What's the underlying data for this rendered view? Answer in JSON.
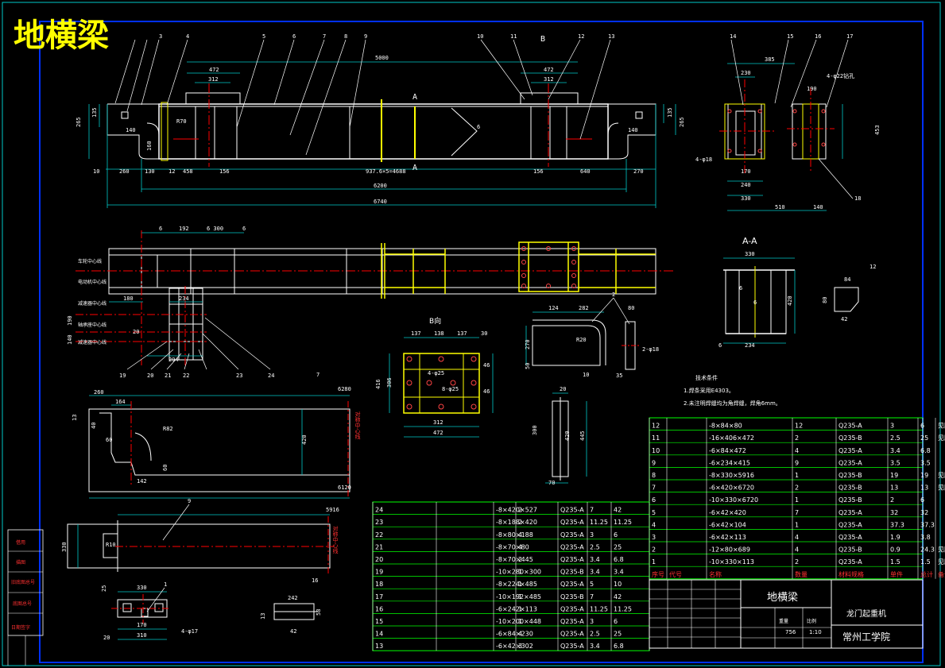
{
  "title": "地横梁",
  "balloons": [
    "3",
    "4",
    "5",
    "6",
    "7",
    "8",
    "9",
    "10",
    "11",
    "12",
    "13",
    "14",
    "15",
    "16",
    "17",
    "18",
    "19",
    "20",
    "21",
    "22",
    "23",
    "24"
  ],
  "section_labels": {
    "a_a": "A-A",
    "b_view": "B向",
    "b_arrow": "B",
    "cut_a": "A"
  },
  "dims_front": {
    "d5000": "5000",
    "d472": "472",
    "d312": "312",
    "d265": "265",
    "d135": "135",
    "d10": "10",
    "d260": "260",
    "d130": "130",
    "d12": "12",
    "d458": "458",
    "d156": "156",
    "dmid": "937.6×5=4688",
    "d640": "640",
    "d270": "270",
    "d6200": "6200",
    "d6740": "6740",
    "r70": "R70",
    "d140": "140",
    "d160": "160",
    "weld6": "6"
  },
  "dims_side": {
    "d385": "385",
    "d230": "230",
    "d190": "190",
    "d170": "170",
    "d240": "240",
    "d330": "330",
    "d510": "510",
    "d140": "140",
    "d453": "453",
    "d4phi18": "4-φ18",
    "d4phi22": "4-φ22钻孔"
  },
  "dims_plan": {
    "d6a": "6",
    "d192": "192",
    "d6300": "6 300",
    "d6b": "6",
    "d180": "180",
    "d234": "234",
    "d20": "20",
    "d294": "294",
    "d190": "190",
    "d140": "140"
  },
  "plan_notes": [
    "车轮中心线",
    "电动机中心线",
    "减速器中心线",
    "轴承座中心线",
    "减速器中心线"
  ],
  "plate7": {
    "d260": "260",
    "d6280": "6280",
    "d164": "164",
    "d13": "13",
    "d40": "40",
    "d60": "60",
    "r82": "R82",
    "d420": "420",
    "d142": "142",
    "d6120": "6120",
    "note": "对称中心线"
  },
  "plate9": {
    "d5916": "5916",
    "d330": "330",
    "r10": "R10",
    "note": "对称中心线"
  },
  "detail1": {
    "d330": "330",
    "d25": "25",
    "d20": "20",
    "d170": "170",
    "d310": "310",
    "d4phi17": "4-φ17"
  },
  "detail16": {
    "d242": "242",
    "d13": "13",
    "d42": "42",
    "d58": "58"
  },
  "bview": {
    "d137a": "137",
    "d138": "138",
    "d137b": "137",
    "d30": "30",
    "d4phi25": "4-φ25",
    "d8phi25": "8-φ25",
    "d46": "46",
    "d416": "416",
    "d306": "306",
    "d472": "472",
    "d312": "312"
  },
  "detail2": {
    "d124": "124",
    "d282": "282",
    "r20": "R20",
    "d270": "270",
    "d50": "50",
    "d35": "35",
    "d2phi18": "2-φ18",
    "d80": "80"
  },
  "detail10": {
    "d20": "20",
    "d300": "300",
    "d420": "420",
    "d445": "445",
    "d70": "70"
  },
  "aa": {
    "d330": "330",
    "d6a": "6",
    "d420": "420",
    "d6b": "6",
    "d234": "234",
    "weld": "6"
  },
  "detail12": {
    "d84": "84",
    "d42": "42",
    "d80": "80"
  },
  "tech_req": {
    "title": "技术条件",
    "lines": [
      "1.焊条采用E4303。",
      "2.未注明焊缝均为角焊缝，焊角6mm。"
    ]
  },
  "bom_right": {
    "rows": [
      [
        "12",
        "",
        "-8×84×80",
        "12",
        "Q235-A",
        "3",
        "6",
        "见图"
      ],
      [
        "11",
        "",
        "-16×406×472",
        "2",
        "Q235-B",
        "2.5",
        "25",
        "见图"
      ],
      [
        "10",
        "",
        "-6×84×472",
        "4",
        "Q235-A",
        "3.4",
        "6.8",
        ""
      ],
      [
        "9",
        "",
        "-6×234×415",
        "9",
        "Q235-A",
        "3.5",
        "3.5",
        ""
      ],
      [
        "8",
        "",
        "-8×330×5916",
        "1",
        "Q235-B",
        "19",
        "19",
        "见图"
      ],
      [
        "7",
        "",
        "-6×420×6720",
        "2",
        "Q235-B",
        "13",
        "13",
        "见图"
      ],
      [
        "6",
        "",
        "-10×330×6720",
        "1",
        "Q235-B",
        "2",
        "6",
        ""
      ],
      [
        "5",
        "",
        "-6×42×420",
        "7",
        "Q235-A",
        "32",
        "32",
        ""
      ],
      [
        "4",
        "",
        "-6×42×104",
        "1",
        "Q235-A",
        "37.3",
        "37.3",
        ""
      ],
      [
        "3",
        "",
        "-6×42×113",
        "4",
        "Q235-A",
        "1.9",
        "3.8",
        ""
      ],
      [
        "2",
        "",
        "-12×80×689",
        "4",
        "Q235-B",
        "0.9",
        "24.3",
        "见图"
      ],
      [
        "1",
        "",
        "-10×330×113",
        "2",
        "Q235-A",
        "1.5",
        "1.5",
        "见图"
      ]
    ],
    "header": [
      "序号",
      "代号",
      "名称",
      "数量",
      "材料规格",
      "单件",
      "总计",
      "备注"
    ]
  },
  "bom_left": {
    "rows": [
      [
        "24",
        "",
        "-8×420×527",
        "2",
        "Q235-A",
        "7",
        "42"
      ],
      [
        "23",
        "",
        "-8×188×420",
        "2",
        "Q235-A",
        "11.25",
        "11.25"
      ],
      [
        "22",
        "",
        "-8×80×188",
        "4",
        "Q235-A",
        "3",
        "6"
      ],
      [
        "21",
        "",
        "-8×70×80",
        "4",
        "Q235-A",
        "2.5",
        "25"
      ],
      [
        "20",
        "",
        "-8×70×445",
        "2",
        "Q235-A",
        "3.4",
        "6.8"
      ],
      [
        "19",
        "",
        "-10×280×300",
        "1",
        "Q235-B",
        "3.4",
        "3.4"
      ],
      [
        "18",
        "",
        "-8×224×485",
        "1",
        "Q235-A",
        "5",
        "10"
      ],
      [
        "17",
        "",
        "-10×192×485",
        "1",
        "Q235-B",
        "7",
        "42"
      ],
      [
        "16",
        "",
        "-6×242×113",
        "1",
        "Q235-A",
        "11.25",
        "11.25"
      ],
      [
        "15",
        "",
        "-10×200×448",
        "1",
        "Q235-A",
        "3",
        "6"
      ],
      [
        "14",
        "",
        "-6×84×230",
        "4",
        "Q235-A",
        "2.5",
        "25"
      ],
      [
        "13",
        "",
        "-6×42×302",
        "3",
        "Q235-A",
        "3.4",
        "6.8"
      ]
    ]
  },
  "title_block": {
    "name": "地横梁",
    "product": "龙门起重机",
    "school": "常州工学院",
    "scale_label": "比例",
    "scale": "1:10",
    "weight": "756",
    "sheet_label": "重量"
  },
  "side_stamps": [
    "借用",
    "描图",
    "旧底图总号",
    "底图总号",
    "日期签字"
  ]
}
